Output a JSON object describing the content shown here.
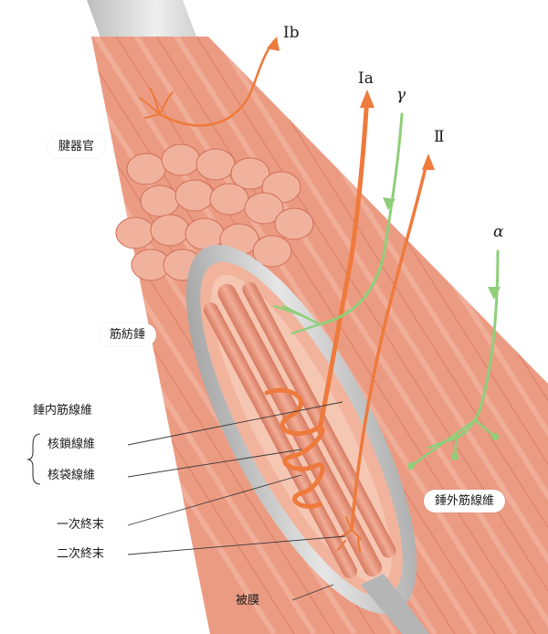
{
  "nerve_labels": {
    "ib": "Ib",
    "ia": "Ia",
    "gamma": "γ",
    "ii": "Ⅱ",
    "alpha": "α"
  },
  "structure_labels": {
    "tendon_organ": "腱器官",
    "muscle_spindle": "筋紡錘",
    "intrafusal_fiber": "錘内筋線維",
    "nuclear_chain_fiber": "核鎖線維",
    "nuclear_bag_fiber": "核袋線維",
    "primary_ending": "一次終末",
    "secondary_ending": "二次終末",
    "extrafusal_fiber": "錘外筋線維",
    "capsule": "被膜"
  },
  "colors": {
    "muscle": "#e9957d",
    "muscle_light": "#f6c3b0",
    "muscle_dark": "#cf6f57",
    "tendon": "#d9d9d9",
    "capsule": "#bfbfbf",
    "sensory_nerve": "#ee7a3c",
    "motor_nerve": "#8fcf7a"
  }
}
